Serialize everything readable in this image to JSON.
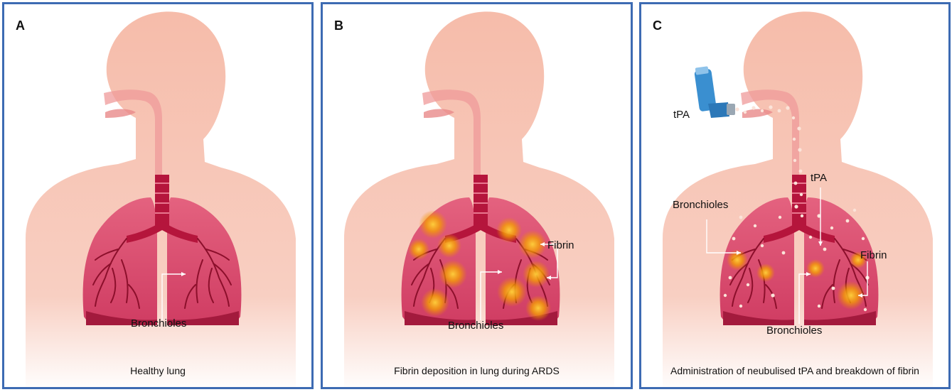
{
  "panels": [
    {
      "letter": "A",
      "caption": "Healthy lung",
      "labels": {
        "bronchioles": "Bronchioles"
      }
    },
    {
      "letter": "B",
      "caption": "Fibrin deposition in lung during ARDS",
      "labels": {
        "fibrin": "Fibrin",
        "bronchioles": "Bronchioles"
      }
    },
    {
      "letter": "C",
      "caption": "Administration of neubulised tPA and breakdown of fibrin",
      "labels": {
        "inhaler_tpa": "tPA",
        "airway_tpa": "tPA",
        "bronchioles_left": "Bronchioles",
        "fibrin": "Fibrin",
        "bronchioles_bottom": "Bronchioles"
      }
    }
  ],
  "colors": {
    "border": "#3d6bb3",
    "skin": "#f6bfae",
    "lung": "#d94a6c",
    "lung_dark": "#a4163a",
    "bronchi": "#8c0f2b",
    "fibrin": "#f5a623",
    "inhaler": "#3a8fd0"
  }
}
